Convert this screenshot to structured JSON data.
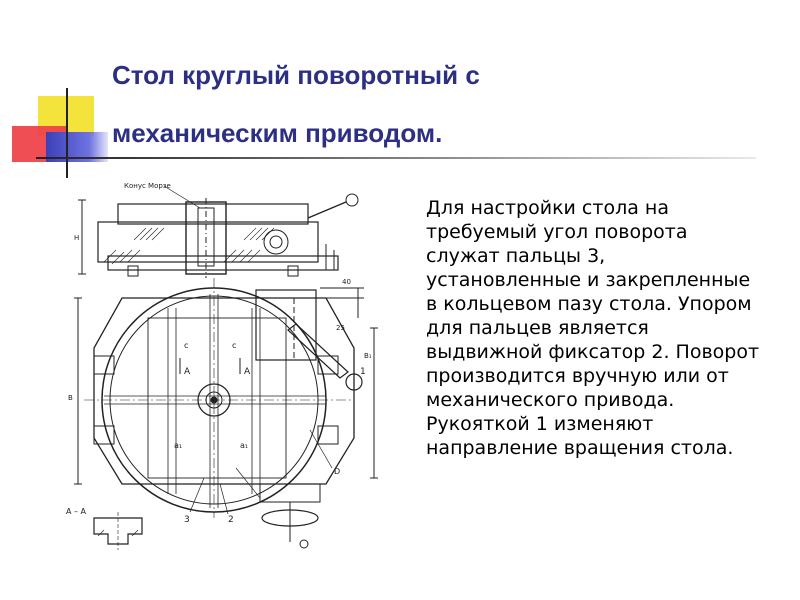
{
  "slide": {
    "title_line1": "Стол круглый поворотный с",
    "title_line2": "механическим приводом.",
    "body": "  Для настройки стола на требуемый угол поворота служат пальцы 3, установленные и закрепленные в кольцевом пазу стола. Упором для пальцев является выдвижной фиксатор 2. Поворот производится вручную или от механического привода. Рукояткой 1 изменяют направление вращения стола."
  },
  "drawing": {
    "label_morse": "Конус Морзе",
    "label_section": "А – А",
    "label_A_left": "A",
    "label_A_right": "A",
    "label_1": "1",
    "label_2": "2",
    "label_3": "3",
    "label_D": "D",
    "label_40": "40",
    "label_25": "25",
    "label_H": "H",
    "label_c1": "c",
    "label_c2": "c",
    "label_a1": "a₁",
    "label_a2": "a₁",
    "label_B": "B",
    "label_B1": "B₁"
  },
  "colors": {
    "title": "#2d2f84",
    "accent_yellow": "#f3e33a",
    "accent_red": "#ef3f47",
    "accent_blue": "#3c3fb8"
  }
}
